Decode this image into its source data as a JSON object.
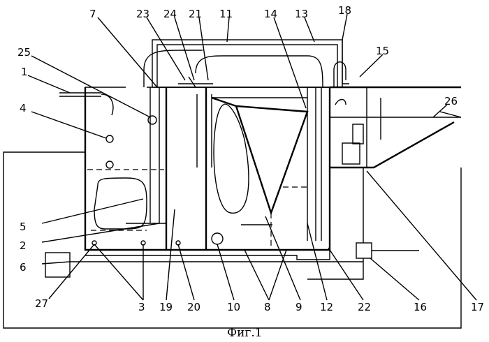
{
  "figure": {
    "caption": "Фиг.1",
    "labels": {
      "l1": "1",
      "l2": "2",
      "l3": "3",
      "l4": "4",
      "l5": "5",
      "l6": "6",
      "l7": "7",
      "l8": "8",
      "l9": "9",
      "l10": "10",
      "l11": "11",
      "l12": "12",
      "l13": "13",
      "l14": "14",
      "l15": "15",
      "l16": "16",
      "l17": "17",
      "l18": "18",
      "l19": "19",
      "l20": "20",
      "l21": "21",
      "l22": "22",
      "l23": "23",
      "l24": "24",
      "l25": "25",
      "l26": "26",
      "l27": "27"
    }
  }
}
